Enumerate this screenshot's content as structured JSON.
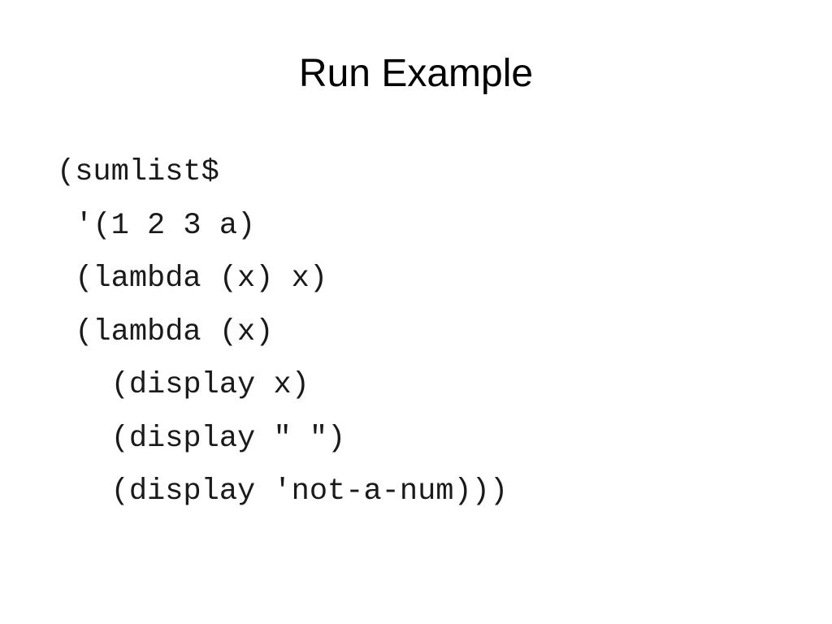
{
  "slide": {
    "title": "Run Example",
    "code_lines": [
      "(sumlist$",
      " '(1 2 3 a)",
      " (lambda (x) x)",
      " (lambda (x)",
      "   (display x)",
      "   (display \" \")",
      "   (display 'not-a-num)))"
    ]
  }
}
